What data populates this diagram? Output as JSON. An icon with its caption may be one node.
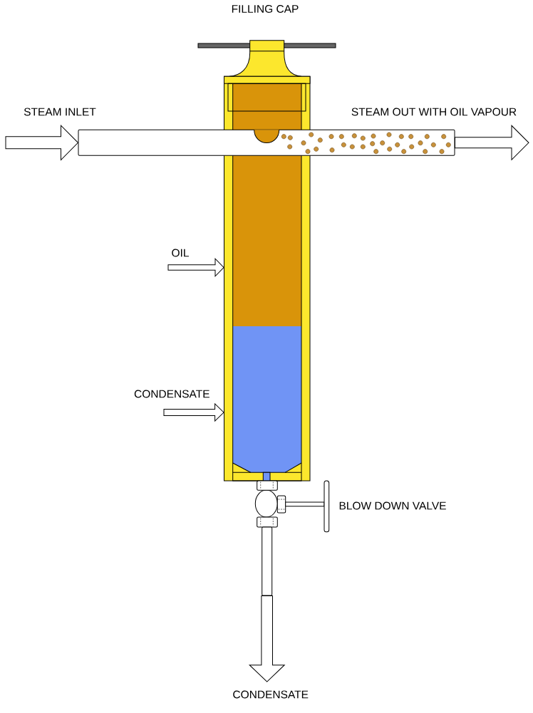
{
  "diagram": {
    "nodes": [
      {
        "text": [],
        "shape": "box"
      },
      {
        "text": [],
        "shape": "bar"
      },
      {
        "text": [],
        "shape": "bar"
      }
    ],
    "edges": [
      {
        "from": null,
        "to": 1,
        "arrow": "to",
        "label": "STEAM INLET"
      },
      {
        "from": 1,
        "to": null,
        "arrow": "to",
        "label": "STEAM OUT WITH OIL VAPOUR"
      },
      {
        "from": null,
        "to": 0,
        "arrow": "to",
        "label": "OIL"
      },
      {
        "from": null,
        "to": 0,
        "arrow": "to",
        "label": "CONDENSATE"
      },
      {
        "from": 2,
        "to": null,
        "arrow": "to",
        "label": "CONDENSATE"
      }
    ],
    "labels": [
      "FILLING CAP",
      "BLOW DOWN VALVE"
    ]
  }
}
